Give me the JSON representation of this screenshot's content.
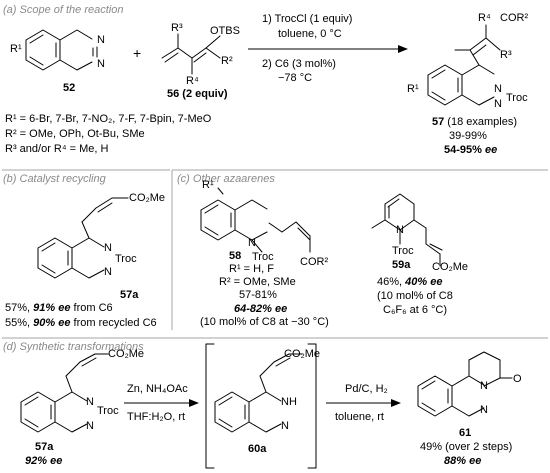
{
  "section_a": {
    "header": "(a) Scope of the reaction",
    "r1": "R¹",
    "cmpd52": "52",
    "plus": "+",
    "r3": "R³",
    "otbs": "OTBS",
    "r2": "R²",
    "r4": "R⁴",
    "cmpd56": "56 (2 equiv)",
    "cond1": "1) TrocCl (1 equiv)",
    "cond1b": "toluene, 0 °C",
    "cond2": "2) C6 (3 mol%)",
    "cond2b": "−78 °C",
    "p_r4": "R⁴",
    "p_cor2": "COR²",
    "p_r3": "R³",
    "p_n": "N",
    "p_troc": "Troc",
    "p_r1": "R¹",
    "p_n2": "N",
    "cmpd57": "57",
    "examples": " (18 examples)",
    "yield": "39-99%",
    "ee_value": "54-95%",
    "ee_unit": " ee",
    "sub1": "R¹ = 6-Br, 7-Br, 7-NO₂, 7-F, 7-Bpin, 7-MeO",
    "sub2": "R² = OMe, OPh, Ot-Bu, SMe",
    "sub3": "R³ and/or R⁴ = Me, H"
  },
  "section_b": {
    "header": "(b) Catalyst recycling",
    "co2me": "CO₂Me",
    "n": "N",
    "troc": "Troc",
    "n2": "N",
    "cmpd": "57a",
    "line1_pre": "57%, ",
    "line1_ee": "91% ee",
    "line1_post": " from C6",
    "line2_pre": "55%, ",
    "line2_ee": "90% ee",
    "line2_post": " from recycled C6"
  },
  "section_c": {
    "header": "(c) Other azaarenes",
    "r1": "R¹",
    "n": "N",
    "troc": "Troc",
    "cor2": "COR²",
    "cmpd58": "58",
    "sub1": "R¹ = H, F",
    "sub2": "R² = OMe, SMe",
    "yield58": "57-81%",
    "ee58": "64-82% ee",
    "note58": "(10 mol% of C8 at −30 °C)",
    "n_b": "N",
    "troc_b": "Troc",
    "co2me_b": "CO₂Me",
    "cmpd59": "59a",
    "yield59_pre": "46%, ",
    "yield59_ee": "40% ee",
    "note59a": "(10 mol% of C8",
    "note59b": "C₆F₆ at 6 °C)"
  },
  "section_d": {
    "header": "(d) Synthetic transformations",
    "co2me": "CO₂Me",
    "n": "N",
    "troc": "Troc",
    "n2": "N",
    "cmpd57a": "57a",
    "ee57a": "92% ee",
    "cond1": "Zn, NH₄OAc",
    "cond1b": "THF:H₂O, rt",
    "co2me_mid": "CO₂Me",
    "nh": "NH",
    "n_mid": "N",
    "cmpd60a": "60a",
    "cond2": "Pd/C, H₂",
    "cond2b": "toluene, rt",
    "o": "O",
    "n_p1": "N",
    "n_p2": "N",
    "cmpd61": "61",
    "yield61": "49% (over 2 steps)",
    "ee61": "88% ee"
  }
}
